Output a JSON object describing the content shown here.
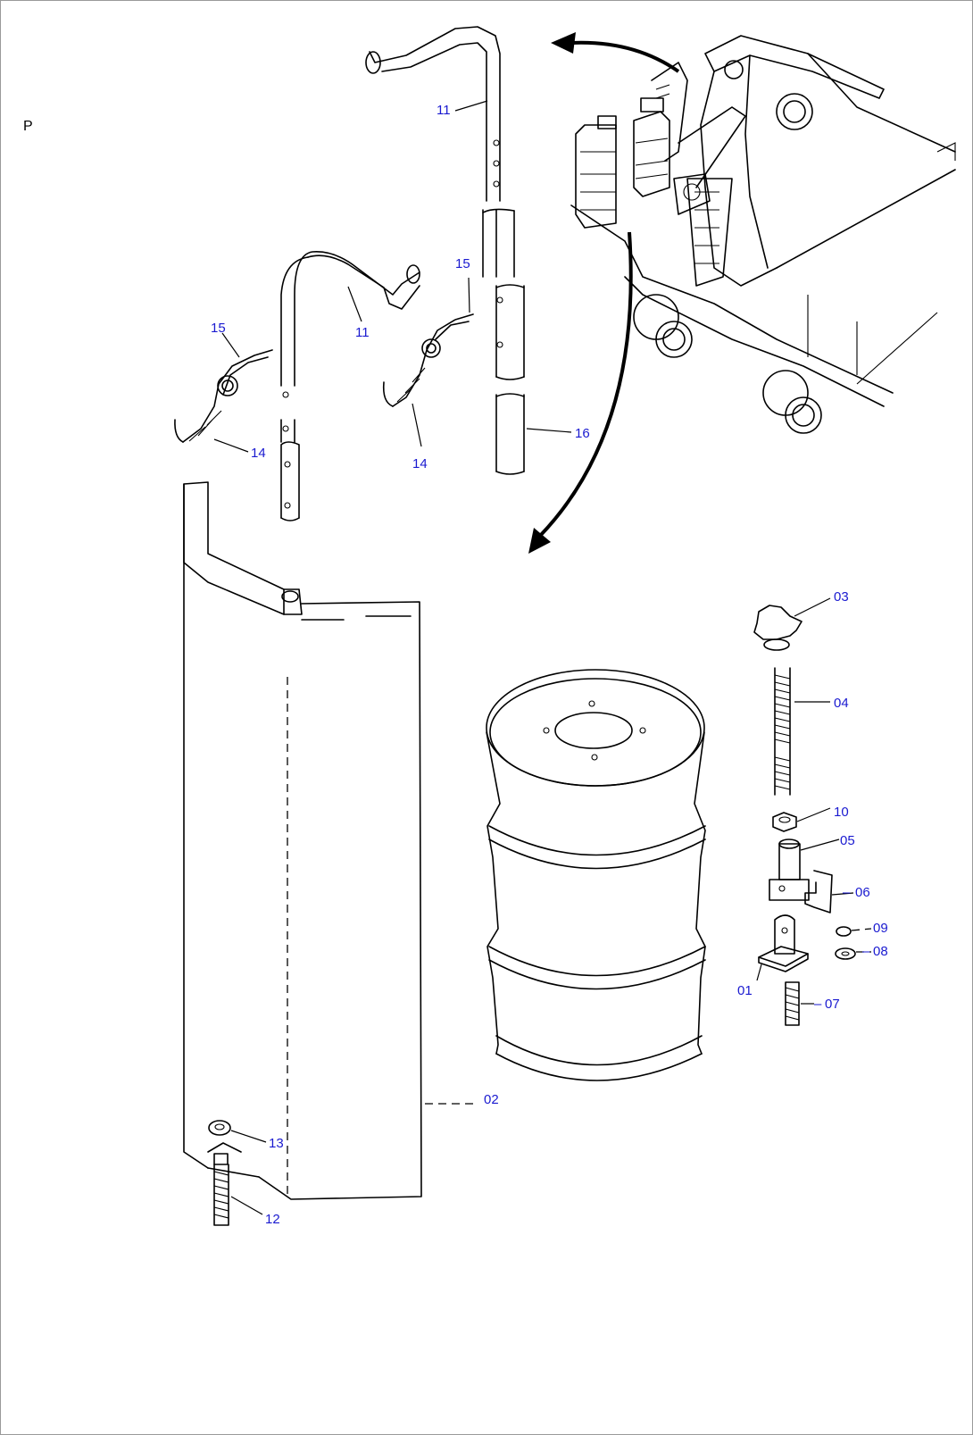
{
  "diagram": {
    "corner_label": "P",
    "callouts": {
      "c01": "01",
      "c02": "02",
      "c03": "03",
      "c04": "04",
      "c05": "05",
      "c06": "06",
      "c07": "07",
      "c08": "08",
      "c09": "09",
      "c10": "10",
      "c11a": "11",
      "c11b": "11",
      "c12": "12",
      "c13": "13",
      "c14a": "14",
      "c14b": "14",
      "c15a": "15",
      "c15b": "15",
      "c16": "16"
    },
    "colors": {
      "callout_text": "#1a1ad0",
      "line": "#000000",
      "border": "#9a9a9a"
    }
  }
}
